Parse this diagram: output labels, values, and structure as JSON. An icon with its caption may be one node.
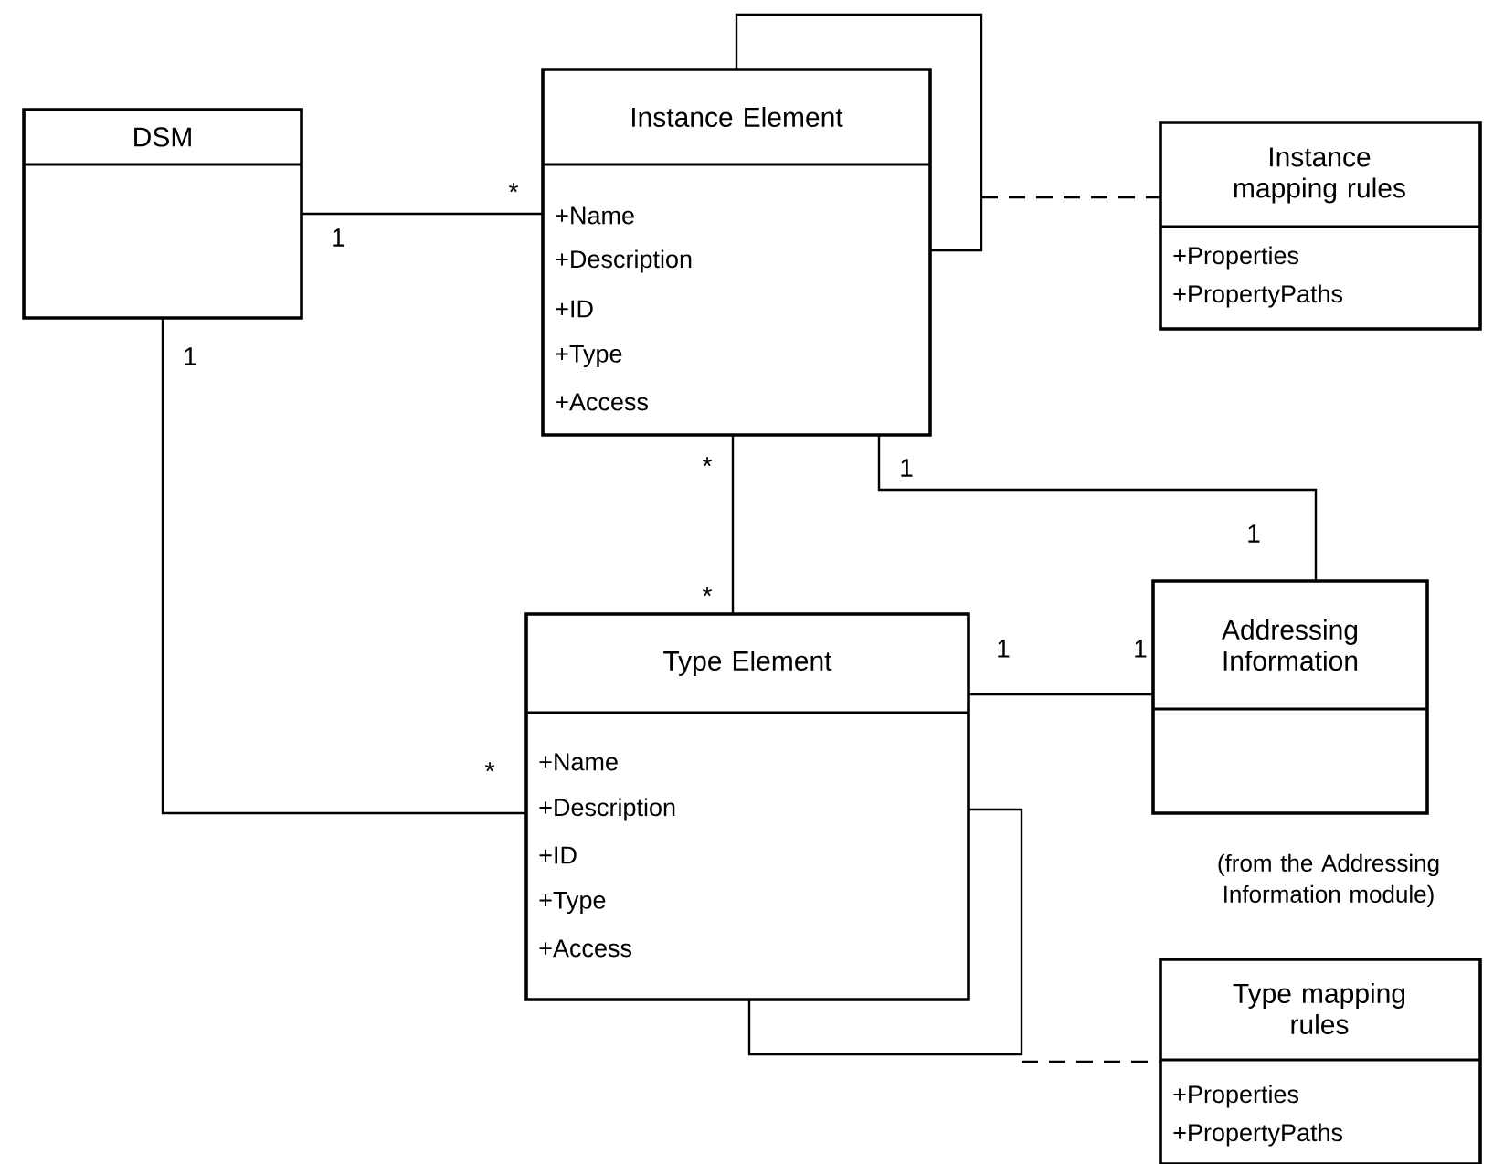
{
  "diagram": {
    "nodes": [
      {
        "text": [
          "DSM"
        ]
      },
      {
        "text": [
          "Instance Element",
          "+Name",
          "+Description",
          "+ID",
          "+Type",
          "+Access"
        ]
      },
      {
        "text": [
          "Instance mapping rules",
          "+Properties",
          "+PropertyPaths"
        ]
      },
      {
        "text": [
          "Addressing Information"
        ],
        "beside": [
          "(from the Addressing Information module)"
        ]
      },
      {
        "text": [
          "Type Element",
          "+Name",
          "+Description",
          "+ID",
          "+Type",
          "+Access"
        ]
      },
      {
        "text": [
          "Type mapping rules",
          "+Properties",
          "+PropertyPaths"
        ]
      }
    ],
    "edges": [
      {
        "from": 0,
        "to": 1,
        "arrow": "none"
      },
      {
        "from": 0,
        "to": 4,
        "arrow": "none"
      },
      {
        "from": 1,
        "to": 1,
        "arrow": "none"
      },
      {
        "from": 1,
        "to": 4,
        "arrow": "none"
      },
      {
        "from": 1,
        "to": 3,
        "arrow": "none"
      },
      {
        "from": 4,
        "to": 3,
        "arrow": "none"
      },
      {
        "from": 4,
        "to": 4,
        "arrow": "none"
      },
      {
        "from": 1,
        "to": 2,
        "arrow": "none",
        "style": "dashed"
      },
      {
        "from": 4,
        "to": 5,
        "arrow": "none",
        "style": "dashed"
      }
    ],
    "labels": [
      "1",
      "*",
      "1",
      "*",
      "1",
      "1",
      "*",
      "1",
      "1",
      "*"
    ]
  }
}
